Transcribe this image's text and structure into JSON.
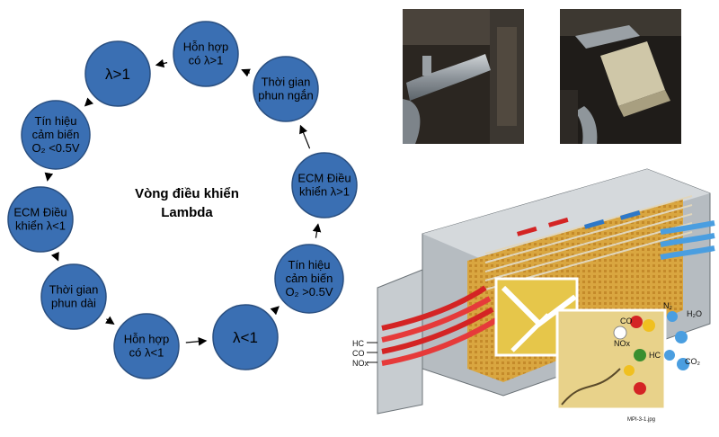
{
  "center_title": [
    "Vòng điều khiển",
    "Lambda"
  ],
  "colors": {
    "node_fill": "#3a6fb3",
    "node_stroke": "#2a4f80",
    "arrow": "#000000"
  },
  "nodes": [
    {
      "lines": [
        "Hỗn hợp",
        "có λ>1"
      ]
    },
    {
      "lines": [
        "λ>1"
      ]
    },
    {
      "lines": [
        "Tín hiệu",
        "cảm biến",
        "O₂ <0.5V"
      ]
    },
    {
      "lines": [
        "ECM Điều",
        "khiển λ<1"
      ]
    },
    {
      "lines": [
        "Thời gian",
        "phun dài"
      ]
    },
    {
      "lines": [
        "Hỗn hợp",
        "có λ<1"
      ]
    },
    {
      "lines": [
        "λ<1"
      ]
    },
    {
      "lines": [
        "Tín hiệu",
        "cảm biến",
        "O₂ >0.5V"
      ]
    },
    {
      "lines": [
        "ECM Điều",
        "khiển λ>1"
      ]
    },
    {
      "lines": [
        "Thời gian",
        "phun ngắn"
      ]
    }
  ],
  "photos": [
    {
      "name": "exhaust-pipe-photo"
    },
    {
      "name": "catalytic-converter-photo"
    }
  ],
  "converter_labels": {
    "inputs": [
      "HC",
      "CO",
      "NOx"
    ],
    "outputs": [
      "N₂",
      "H₂O",
      "CO₂"
    ],
    "inner": [
      "CO",
      "NOx",
      "HC"
    ],
    "caption": "MPI-3-1.jpg"
  }
}
